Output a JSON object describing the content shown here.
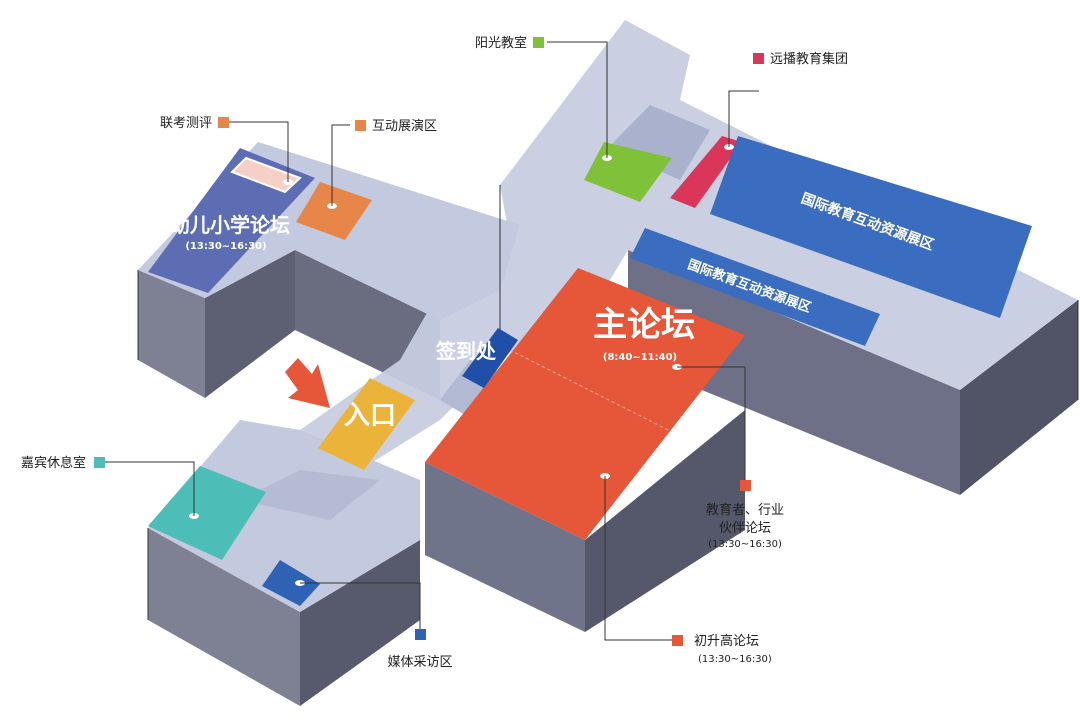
{
  "zones": {
    "main_forum": {
      "label": "主论坛",
      "time": "(8:40~11:40)",
      "color": "#e65638"
    },
    "primary_forum": {
      "label": "幼儿小学论坛",
      "time": "(13:30~16:30)",
      "color": "#5c6db4"
    },
    "exhibit_upper": {
      "label": "国际教育互动资源展区",
      "color": "#3a6cbf"
    },
    "exhibit_lower": {
      "label": "国际教育互动资源展区",
      "color": "#3a6cbf"
    },
    "signin": {
      "label": "签到处",
      "color": "#1f4fa8"
    },
    "entrance": {
      "label": "入口",
      "color": "#ecb33a"
    },
    "arrow_color": "#e65638"
  },
  "callouts": {
    "sunshine": {
      "label": "阳光教室",
      "color": "#7fc23a"
    },
    "yuanbo": {
      "label": "远播教育集团",
      "color": "#d9365a"
    },
    "lian_kao": {
      "label": "联考测评",
      "color": "#e8864a"
    },
    "hudong": {
      "label": "互动展演区",
      "color": "#e8864a"
    },
    "guest": {
      "label": "嘉宾休息室",
      "color": "#4dbdb8"
    },
    "educators": {
      "label_line1": "教育者、行业",
      "label_line2": "伙伴论坛",
      "time": "(13:30~16:30)",
      "color": "#e65638"
    },
    "chusheng": {
      "label": "初升高论坛",
      "time": "(13:30~16:30)",
      "color": "#e65638"
    },
    "media": {
      "label": "媒体采访区",
      "color": "#2f62b5"
    }
  }
}
